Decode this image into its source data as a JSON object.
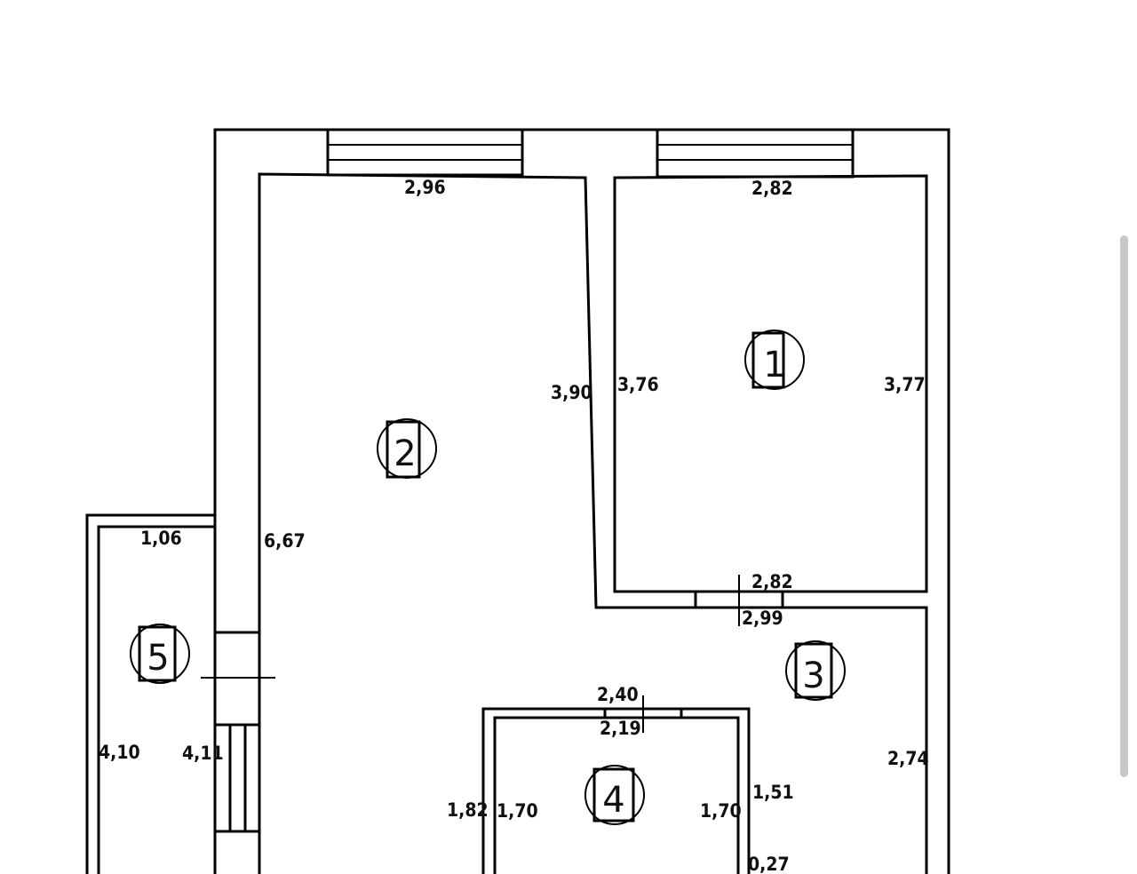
{
  "rooms": [
    {
      "number": "1"
    },
    {
      "number": "2"
    },
    {
      "number": "3"
    },
    {
      "number": "4"
    },
    {
      "number": "5"
    }
  ],
  "dimensions": {
    "r2_top": "2,96",
    "r1_top": "2,82",
    "r2_right": "3,90",
    "r1_left": "3,76",
    "r1_right": "3,77",
    "r2_left": "6,67",
    "r5_top": "1,06",
    "r1_bottom": "2,82",
    "r3_top": "2,99",
    "r4_outer_top": "2,40",
    "r4_inner_top": "2,19",
    "r5_left": "4,10",
    "r5_right": "4,11",
    "r3_right": "2,74",
    "r4_outer_left": "1,82",
    "r4_inner_left": "1,70",
    "r4_inner_right": "1,70",
    "r3_left_upper": "1,51",
    "r3_left_lower": "0,27"
  }
}
